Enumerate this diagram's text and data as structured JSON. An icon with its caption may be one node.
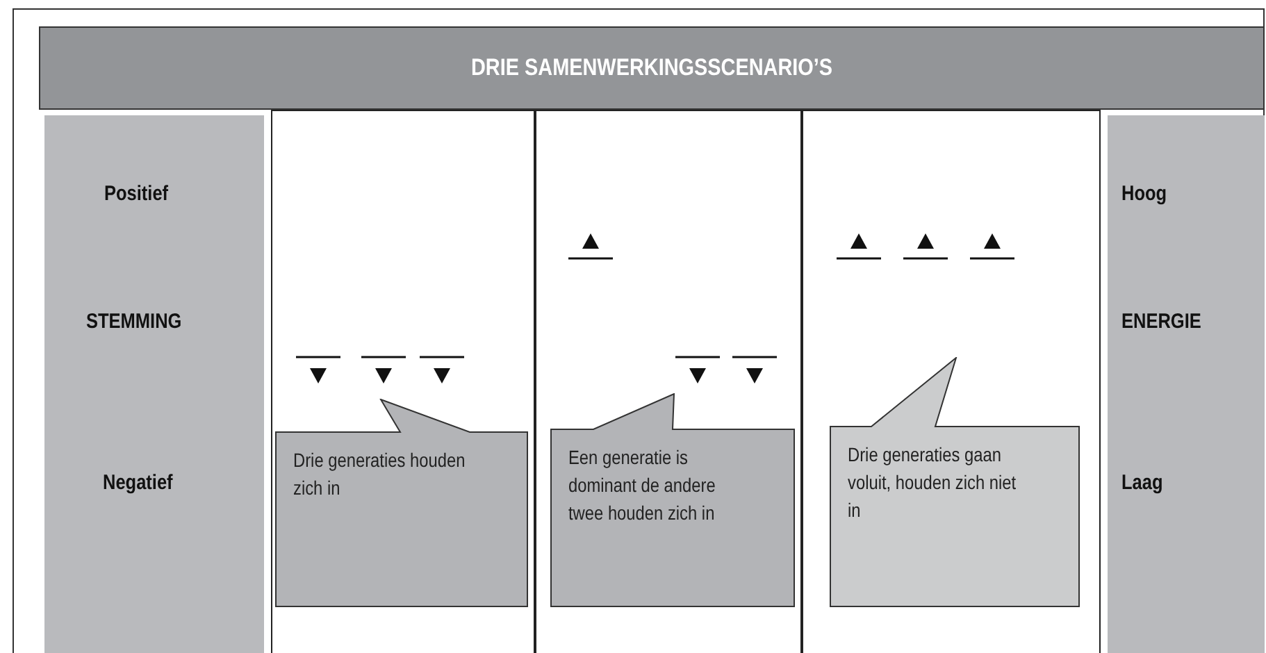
{
  "diagram": {
    "title": "DRIE SAMENWERKINGSSCENARIO’S",
    "nodes": [
      {
        "text": [
          "Positief",
          "STEMMING",
          "Negatief"
        ]
      },
      {
        "text": [],
        "shape": "box"
      },
      {
        "text": [
          "Drie generaties houden zich in"
        ],
        "in": 1
      },
      {
        "text": [],
        "shape": "box"
      },
      {
        "text": [
          "Een generatie is dominant de andere twee houden zich in"
        ],
        "in": 3
      },
      {
        "text": [],
        "shape": "box"
      },
      {
        "text": [
          "Drie generaties gaan voluit, houden zich niet in"
        ],
        "in": 5
      },
      {
        "text": [
          "Hoog",
          "ENERGIE",
          "Laag"
        ]
      }
    ]
  }
}
